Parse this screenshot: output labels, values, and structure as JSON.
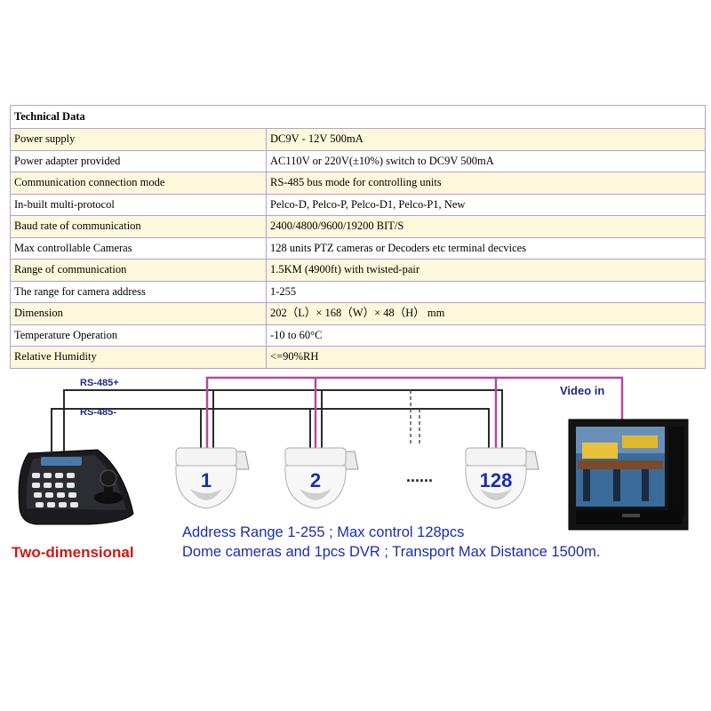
{
  "table": {
    "title": "Technical Data",
    "rows": [
      {
        "label": "Power supply",
        "value": "DC9V - 12V 500mA"
      },
      {
        "label": "Power adapter provided",
        "value": "AC110V or 220V(±10%) switch to DC9V 500mA"
      },
      {
        "label": "Communication connection mode",
        "value": "RS-485 bus mode for controlling units"
      },
      {
        "label": "In-built multi-protocol",
        "value": "Pelco-D, Pelco-P, Pelco-D1, Pelco-P1, New"
      },
      {
        "label": "Baud rate of communication",
        "value": "2400/4800/9600/19200 BIT/S"
      },
      {
        "label": "Max controllable Cameras",
        "value": "128 units PTZ cameras or Decoders etc terminal decvices"
      },
      {
        "label": "Range of communication",
        "value": "1.5KM (4900ft) with twisted-pair"
      },
      {
        "label": "The range for camera address",
        "value": "1-255"
      },
      {
        "label": "Dimension",
        "value": "202（L）× 168（W）× 48（H） mm"
      },
      {
        "label": "Temperature Operation",
        "value": "-10 to 60°C"
      },
      {
        "label": "Relative Humidity",
        "value": "<=90%RH"
      }
    ]
  },
  "diagram": {
    "bus_plus_label": "RS-485+",
    "bus_minus_label": "RS-485-",
    "video_label": "Video in",
    "ellipsis": "......",
    "cameras": [
      "1",
      "2",
      "128"
    ],
    "keyboard_label": "Two-dimensional",
    "caption_line_1": "Address Range 1-255 ; Max control 128pcs",
    "caption_line_2": "Dome cameras and 1pcs DVR ; Transport Max Distance 1500m.",
    "colors": {
      "bus_wire": "#2a2a2a",
      "video_wire": "#b4489e",
      "caption": "#1a2fa8",
      "keyboard_label": "#d31616",
      "table_border": "#b59fd6",
      "table_highlight": "#fbf8dc"
    }
  }
}
